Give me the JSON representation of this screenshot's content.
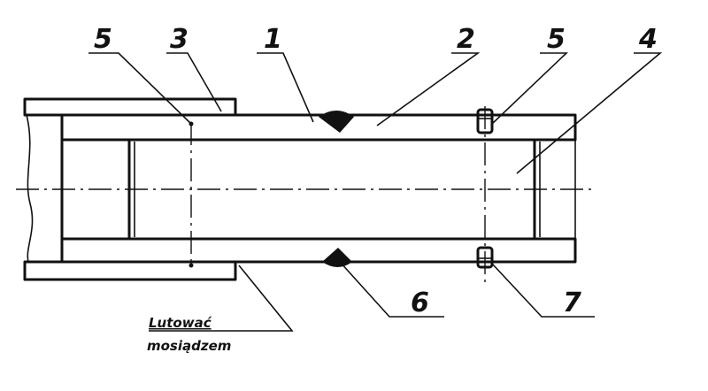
{
  "callouts": [
    {
      "id": "callout-5-left",
      "label": "5"
    },
    {
      "id": "callout-3",
      "label": "3"
    },
    {
      "id": "callout-1",
      "label": "1"
    },
    {
      "id": "callout-2",
      "label": "2"
    },
    {
      "id": "callout-5-right",
      "label": "5"
    },
    {
      "id": "callout-4",
      "label": "4"
    },
    {
      "id": "callout-6",
      "label": "6"
    },
    {
      "id": "callout-7",
      "label": "7"
    }
  ],
  "note": {
    "line1": "Lutować",
    "line2": "mosiądzem"
  }
}
